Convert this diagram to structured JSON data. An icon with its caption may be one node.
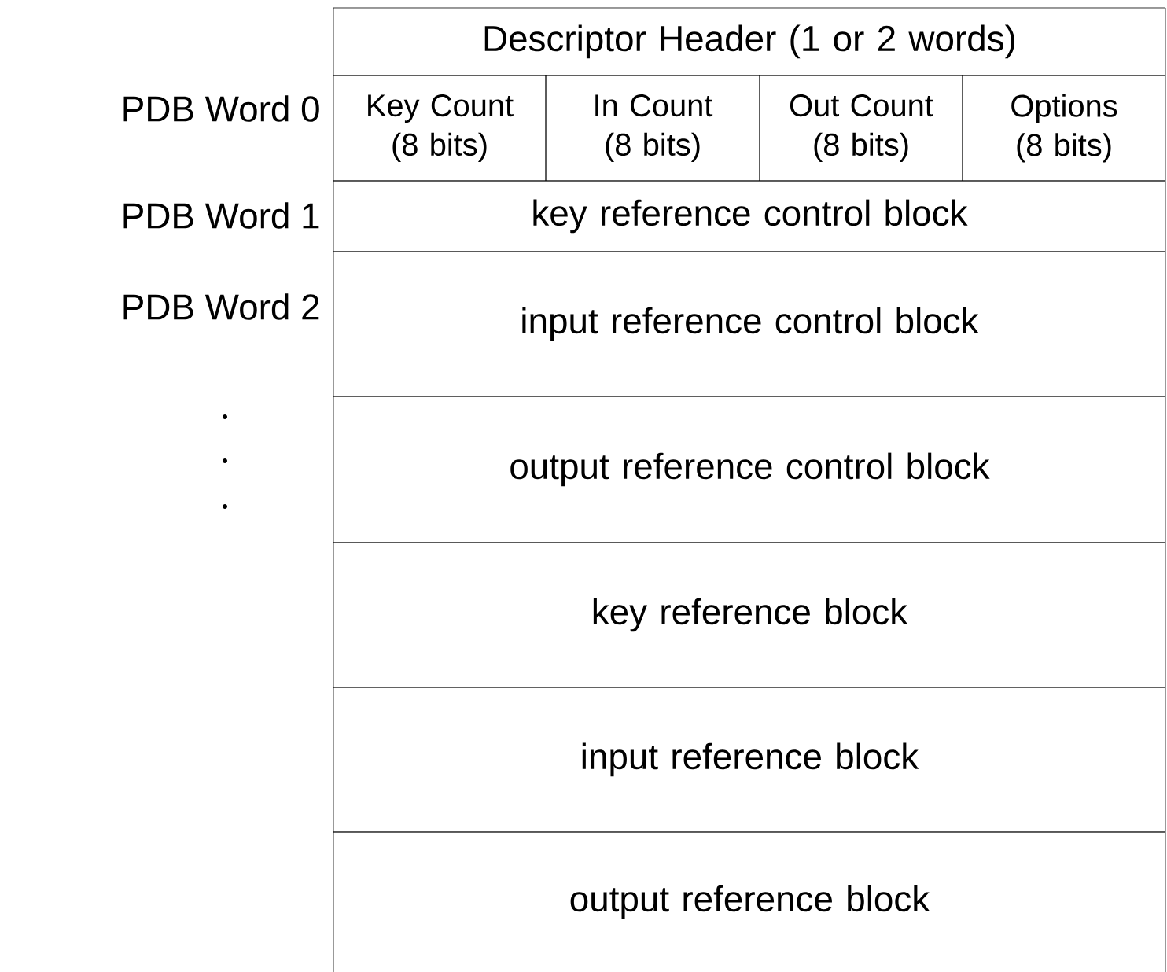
{
  "diagram": {
    "nodes": [
      {
        "text": [
          "Descriptor Header (1 or 2 words)"
        ]
      },
      {
        "text": [
          "Key Count (8 bits)"
        ]
      },
      {
        "text": [
          "In Count (8 bits)"
        ]
      },
      {
        "text": [
          "Out Count (8 bits)"
        ]
      },
      {
        "text": [
          "Options (8 bits)"
        ]
      },
      {
        "text": [
          "key reference control block"
        ]
      },
      {
        "text": [
          "input reference control block"
        ]
      },
      {
        "text": [
          "output reference control block"
        ]
      },
      {
        "text": [
          "key reference block"
        ]
      },
      {
        "text": [
          "input reference block"
        ]
      },
      {
        "text": [
          "output reference block"
        ]
      }
    ],
    "labels": [
      "PDB Word 0",
      "PDB Word 1",
      "PDB Word 2"
    ]
  }
}
